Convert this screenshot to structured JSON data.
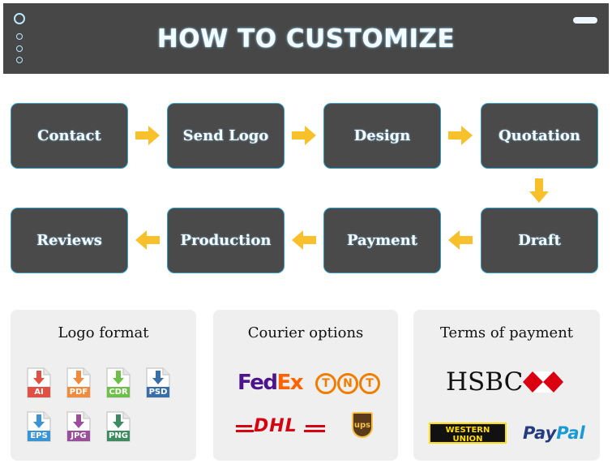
{
  "header": {
    "title": "HOW TO CUSTOMIZE"
  },
  "steps": [
    "Contact",
    "Send Logo",
    "Design",
    "Quotation",
    "Draft",
    "Payment",
    "Production",
    "Reviews"
  ],
  "cards": {
    "logo_format": {
      "title": "Logo format",
      "formats": [
        {
          "label": "AI",
          "color": "#e05045"
        },
        {
          "label": "PDF",
          "color": "#f08a3c"
        },
        {
          "label": "CDR",
          "color": "#6cc04a"
        },
        {
          "label": "PSD",
          "color": "#3a6ea8"
        },
        {
          "label": "EPS",
          "color": "#3b95d4"
        },
        {
          "label": "JPG",
          "color": "#9a4f9a"
        },
        {
          "label": "PNG",
          "color": "#3d8b5e"
        }
      ]
    },
    "courier": {
      "title": "Courier options",
      "fedex_fe": "Fed",
      "fedex_ex": "Ex",
      "tnt": [
        "T",
        "N",
        "T"
      ],
      "dhl": "DHL",
      "ups": "ups"
    },
    "payment": {
      "title": "Terms of payment",
      "hsbc": "HSBC",
      "wu_line1": "WESTERN",
      "wu_line2": "UNION",
      "paypal_pay": "Pay",
      "paypal_pal": "Pal"
    }
  },
  "colors": {
    "header_bg": "#474747",
    "step_bg": "#4a4a4a",
    "step_border": "#2e9fc8",
    "arrow": "#f8c12c",
    "card_bg": "#efefef"
  },
  "icons": [
    "arrow-right-icon",
    "arrow-down-icon",
    "arrow-left-icon",
    "file-download-icon"
  ]
}
